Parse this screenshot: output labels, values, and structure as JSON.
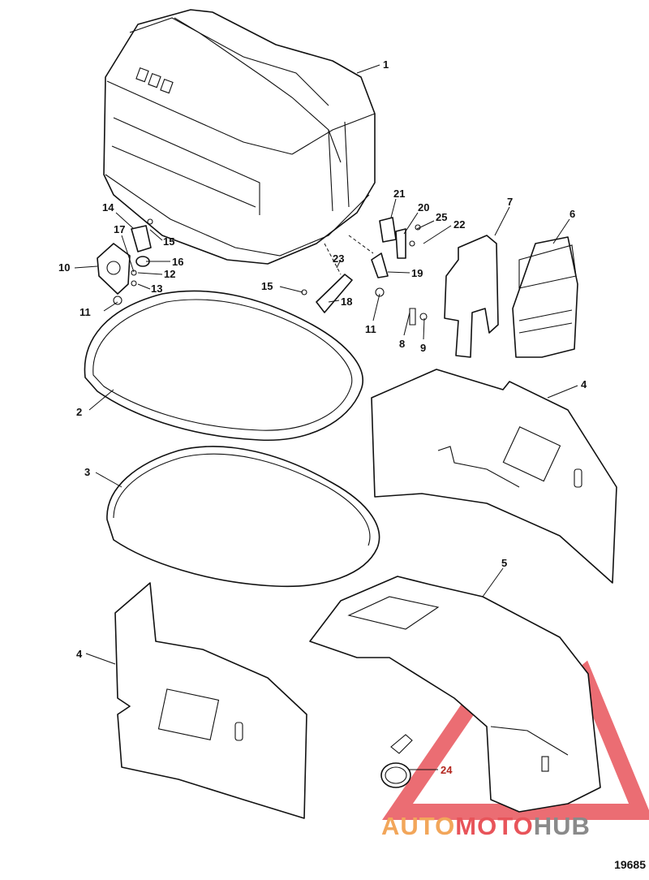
{
  "diagram": {
    "figure_number": "19685",
    "callouts": {
      "c1": "1",
      "c2": "2",
      "c3": "3",
      "c4a": "4",
      "c4b": "4",
      "c5": "5",
      "c6": "6",
      "c7": "7",
      "c8": "8",
      "c9": "9",
      "c10": "10",
      "c11a": "11",
      "c11b": "11",
      "c12": "12",
      "c13": "13",
      "c14": "14",
      "c15a": "15",
      "c15b": "15",
      "c16": "16",
      "c17": "17",
      "c18": "18",
      "c19": "19",
      "c20": "20",
      "c21": "21",
      "c22": "22",
      "c23": "23",
      "c24": "24",
      "c25": "25"
    }
  },
  "watermark": {
    "part1": "AUTO",
    "part2": "MOTO",
    "part3": "HUB",
    "colors": {
      "auto": "#f2a65a",
      "moto": "#e8545a",
      "hub": "#8a8a8a",
      "triangle": "#e8545a"
    }
  }
}
